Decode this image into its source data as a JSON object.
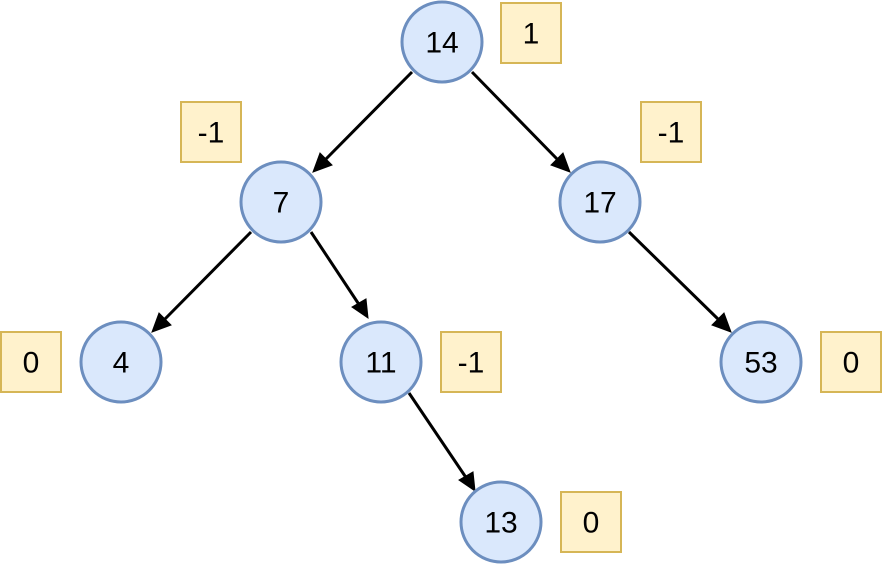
{
  "tree": {
    "nodes": [
      {
        "id": "n14",
        "label": "14",
        "balance": "1"
      },
      {
        "id": "n7",
        "label": "7",
        "balance": "-1"
      },
      {
        "id": "n17",
        "label": "17",
        "balance": "-1"
      },
      {
        "id": "n4",
        "label": "4",
        "balance": "0"
      },
      {
        "id": "n11",
        "label": "11",
        "balance": "-1"
      },
      {
        "id": "n53",
        "label": "53",
        "balance": "0"
      },
      {
        "id": "n13",
        "label": "13",
        "balance": "0"
      }
    ],
    "edges": [
      {
        "from": "n14",
        "to": "n7"
      },
      {
        "from": "n14",
        "to": "n17"
      },
      {
        "from": "n7",
        "to": "n4"
      },
      {
        "from": "n7",
        "to": "n11"
      },
      {
        "from": "n17",
        "to": "n53"
      },
      {
        "from": "n11",
        "to": "n13"
      }
    ],
    "colors": {
      "node_fill": "#dae8fc",
      "node_stroke": "#6c8ebf",
      "badge_fill": "#fff2cc",
      "badge_stroke": "#d6b656",
      "edge": "#000000"
    }
  }
}
